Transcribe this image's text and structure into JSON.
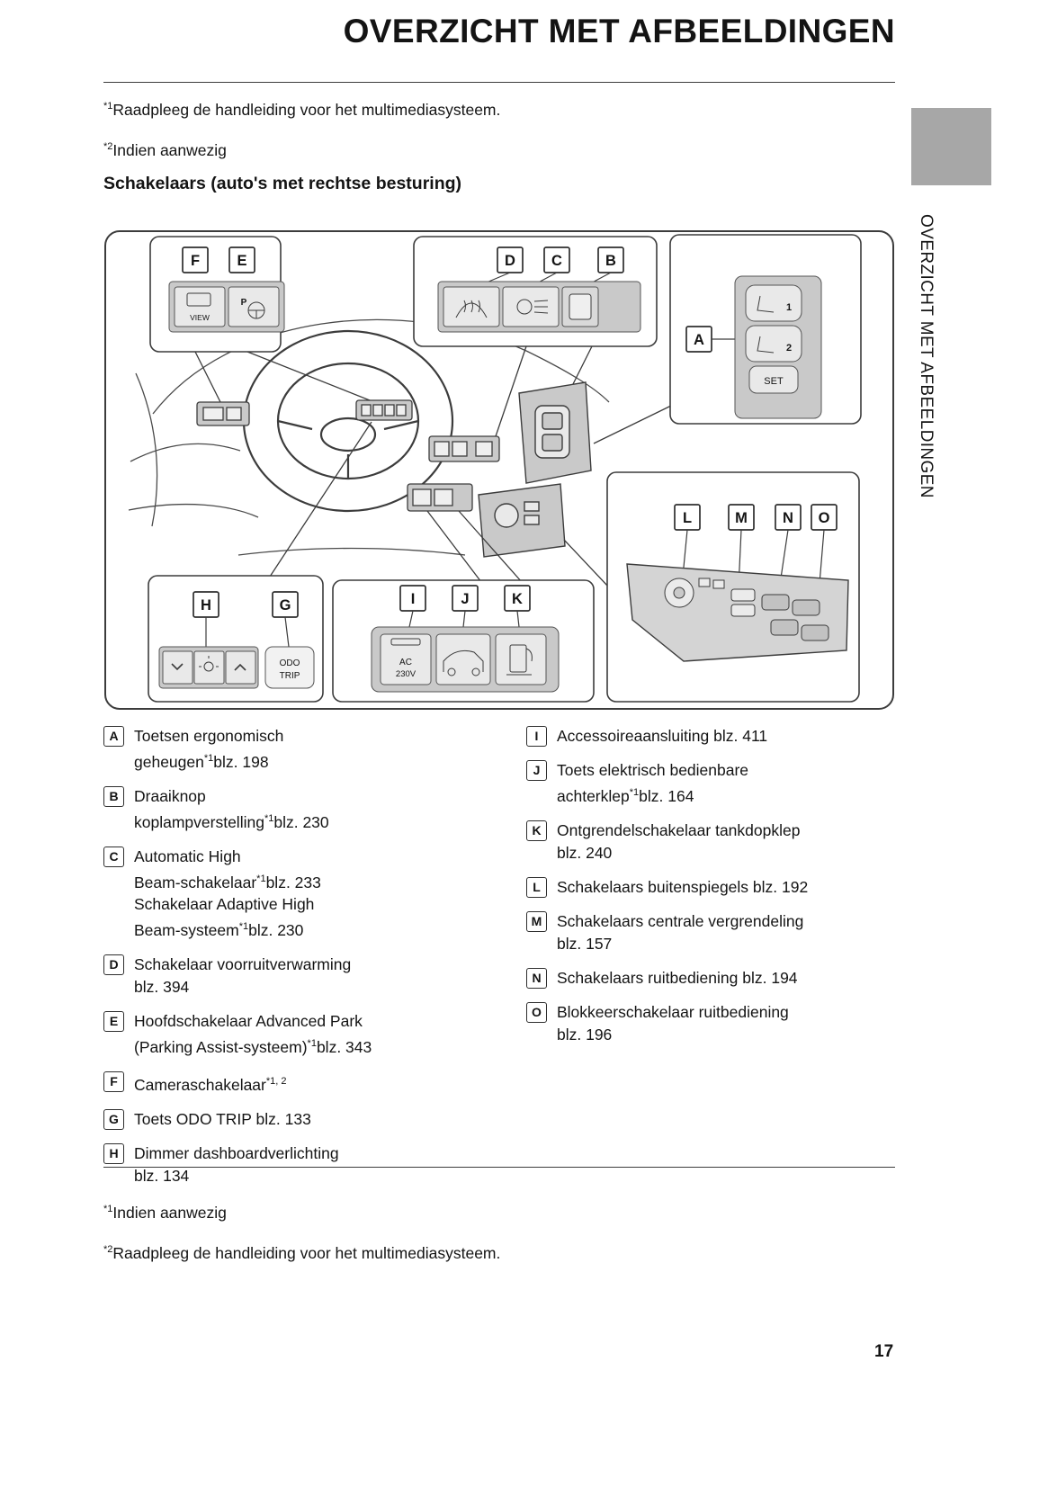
{
  "page": {
    "title": "OVERZICHT MET AFBEELDINGEN",
    "sidebar_title": "OVERZICHT MET AFBEELDINGEN",
    "page_number": "17",
    "tab_marker_color": "#a7a7a7"
  },
  "top_notes": [
    {
      "marker": "*1",
      "text": "Raadpleeg de handleiding voor het multimediasysteem."
    },
    {
      "marker": "*2",
      "text": "Indien aanwezig"
    }
  ],
  "section_heading": "Schakelaars (auto's met rechtse besturing)",
  "diagram": {
    "letters": {
      "A": "A",
      "B": "B",
      "C": "C",
      "D": "D",
      "E": "E",
      "F": "F",
      "G": "G",
      "H": "H",
      "I": "I",
      "J": "J",
      "K": "K",
      "L": "L",
      "M": "M",
      "N": "N",
      "O": "O"
    },
    "labels": {
      "view": "VIEW",
      "p": "P",
      "seat1": "1",
      "seat2": "2",
      "set": "SET",
      "odo": "ODO",
      "trip": "TRIP",
      "ac1": "AC",
      "ac2": "230V"
    }
  },
  "legend": {
    "left": [
      {
        "key": "A",
        "segments": [
          {
            "t": "Toetsen ergonomisch"
          },
          {
            "br": true
          },
          {
            "t": "geheugen"
          },
          {
            "t": "*1",
            "sup": true
          },
          {
            "t": "blz. 198"
          }
        ]
      },
      {
        "key": "B",
        "segments": [
          {
            "t": "Draaiknop"
          },
          {
            "br": true
          },
          {
            "t": "koplampverstelling"
          },
          {
            "t": "*1",
            "sup": true
          },
          {
            "t": "blz. 230"
          }
        ]
      },
      {
        "key": "C",
        "segments": [
          {
            "t": "Automatic High"
          },
          {
            "br": true
          },
          {
            "t": "Beam-schakelaar"
          },
          {
            "t": "*1",
            "sup": true
          },
          {
            "t": "blz. 233"
          },
          {
            "br": true
          },
          {
            "t": "Schakelaar Adaptive High"
          },
          {
            "br": true
          },
          {
            "t": "Beam-systeem"
          },
          {
            "t": "*1",
            "sup": true
          },
          {
            "t": "blz. 230"
          }
        ]
      },
      {
        "key": "D",
        "segments": [
          {
            "t": "Schakelaar voorruitverwarming"
          },
          {
            "br": true
          },
          {
            "t": "blz. 394"
          }
        ]
      },
      {
        "key": "E",
        "segments": [
          {
            "t": "Hoofdschakelaar Advanced Park"
          },
          {
            "br": true
          },
          {
            "t": "(Parking Assist-systeem)"
          },
          {
            "t": "*1",
            "sup": true
          },
          {
            "t": "blz. 343"
          }
        ]
      },
      {
        "key": "F",
        "segments": [
          {
            "t": "Cameraschakelaar"
          },
          {
            "t": "*1, 2",
            "sup": true
          }
        ]
      },
      {
        "key": "G",
        "segments": [
          {
            "t": "Toets ODO TRIP blz. 133"
          }
        ]
      },
      {
        "key": "H",
        "segments": [
          {
            "t": "Dimmer dashboardverlichting"
          },
          {
            "br": true
          },
          {
            "t": "blz. 134"
          }
        ]
      }
    ],
    "right": [
      {
        "key": "I",
        "segments": [
          {
            "t": "Accessoireaansluiting blz. 411"
          }
        ]
      },
      {
        "key": "J",
        "segments": [
          {
            "t": "Toets elektrisch bedienbare"
          },
          {
            "br": true
          },
          {
            "t": "achterklep"
          },
          {
            "t": "*1",
            "sup": true
          },
          {
            "t": "blz. 164"
          }
        ]
      },
      {
        "key": "K",
        "segments": [
          {
            "t": "Ontgrendelschakelaar tankdopklep"
          },
          {
            "br": true
          },
          {
            "t": "blz. 240"
          }
        ]
      },
      {
        "key": "L",
        "segments": [
          {
            "t": "Schakelaars buitenspiegels blz. 192"
          }
        ]
      },
      {
        "key": "M",
        "segments": [
          {
            "t": "Schakelaars centrale vergrendeling"
          },
          {
            "br": true
          },
          {
            "t": "blz. 157"
          }
        ]
      },
      {
        "key": "N",
        "segments": [
          {
            "t": "Schakelaars ruitbediening blz. 194"
          }
        ]
      },
      {
        "key": "O",
        "segments": [
          {
            "t": "Blokkeerschakelaar ruitbediening"
          },
          {
            "br": true
          },
          {
            "t": "blz. 196"
          }
        ]
      }
    ]
  },
  "bottom_notes": [
    {
      "marker": "*1",
      "text": "Indien aanwezig"
    },
    {
      "marker": "*2",
      "text": "Raadpleeg de handleiding voor het multimediasysteem."
    }
  ]
}
